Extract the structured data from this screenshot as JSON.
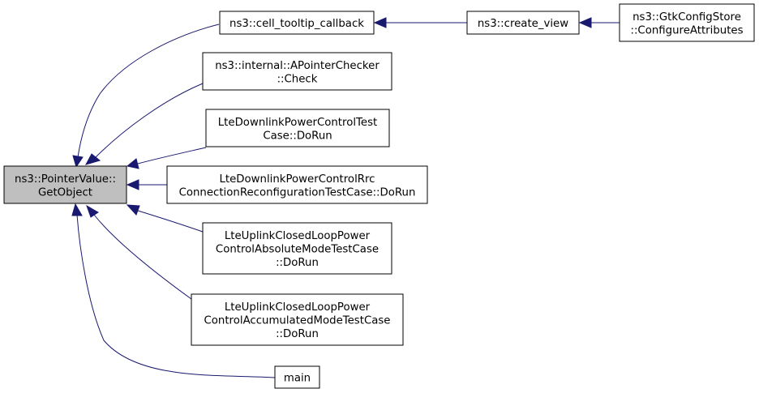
{
  "graph": {
    "edge_color": "#191970",
    "root_fill": "#bfbfbf",
    "nodes": [
      {
        "id": "getobject",
        "lines": [
          "ns3::PointerValue::",
          "GetObject"
        ],
        "highlighted": true
      },
      {
        "id": "cell_tooltip",
        "lines": [
          "ns3::cell_tooltip_callback"
        ]
      },
      {
        "id": "create_view",
        "lines": [
          "ns3::create_view"
        ]
      },
      {
        "id": "configure_attributes",
        "lines": [
          "ns3::GtkConfigStore",
          "::ConfigureAttributes"
        ]
      },
      {
        "id": "apointer_check",
        "lines": [
          "ns3::internal::APointerChecker",
          "::Check"
        ]
      },
      {
        "id": "lte_dl_pc",
        "lines": [
          "LteDownlinkPowerControlTest",
          "Case::DoRun"
        ]
      },
      {
        "id": "lte_dl_pc_rrc",
        "lines": [
          "LteDownlinkPowerControlRrc",
          "ConnectionReconfigurationTestCase::DoRun"
        ]
      },
      {
        "id": "lte_ul_abs",
        "lines": [
          "LteUplinkClosedLoopPower",
          "ControlAbsoluteModeTestCase",
          "::DoRun"
        ]
      },
      {
        "id": "lte_ul_acc",
        "lines": [
          "LteUplinkClosedLoopPower",
          "ControlAccumulatedModeTestCase",
          "::DoRun"
        ]
      },
      {
        "id": "main",
        "lines": [
          "main"
        ]
      }
    ],
    "edges": [
      {
        "from": "cell_tooltip",
        "to": "getobject"
      },
      {
        "from": "apointer_check",
        "to": "getobject"
      },
      {
        "from": "lte_dl_pc",
        "to": "getobject"
      },
      {
        "from": "lte_dl_pc_rrc",
        "to": "getobject"
      },
      {
        "from": "lte_ul_abs",
        "to": "getobject"
      },
      {
        "from": "lte_ul_acc",
        "to": "getobject"
      },
      {
        "from": "main",
        "to": "getobject"
      },
      {
        "from": "create_view",
        "to": "cell_tooltip"
      },
      {
        "from": "configure_attributes",
        "to": "create_view"
      }
    ]
  }
}
